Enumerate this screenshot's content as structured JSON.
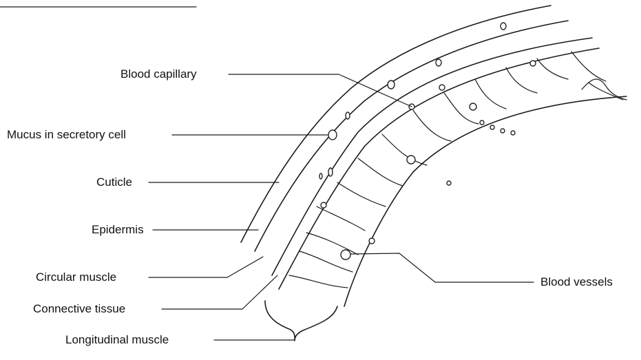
{
  "labels": {
    "blood_capillary": "Blood capillary",
    "mucus": "Mucus in secretory cell",
    "cuticle": "Cuticle",
    "epidermis": "Epidermis",
    "circular_muscle": "Circular muscle",
    "connective_tissue": "Connective tissue",
    "longitudinal_muscle": "Longitudinal muscle",
    "blood_vessels": "Blood vessels"
  }
}
